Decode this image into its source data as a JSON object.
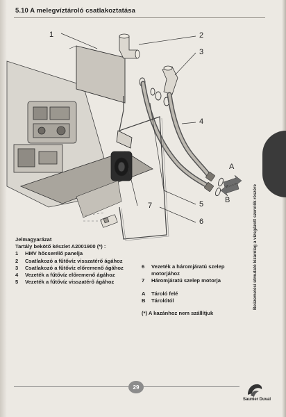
{
  "header": {
    "section_title": "5.10  A melegvíztároló csatlakoztatása"
  },
  "diagram": {
    "callouts": [
      "1",
      "2",
      "3",
      "4",
      "5",
      "6",
      "7"
    ],
    "arrow_labels": {
      "a": "A",
      "b": "B"
    }
  },
  "legend": {
    "heading": "Jelmagyarázat",
    "kit_title": "Tartály bekötő készlet A2001900 (*) :",
    "left_items": [
      {
        "num": "1",
        "text": "HMV hőcserélő panelja"
      },
      {
        "num": "2",
        "text": "Csatlakozó a fűtővíz visszatérő ágához"
      },
      {
        "num": "3",
        "text": "Csatlakozó a fűtővíz előremenő ágához"
      },
      {
        "num": "4",
        "text": "Vezeték a fűtővíz előremenő ágához"
      },
      {
        "num": "5",
        "text": "Vezeték a fűtővíz visszatérő ágához"
      }
    ],
    "right_items": [
      {
        "num": "6",
        "text": "Vezeték a háromjáratú szelep motorjához"
      },
      {
        "num": "7",
        "text": "Háromjáratú szelep motorja"
      }
    ],
    "direction_items": [
      {
        "num": "A",
        "text": "Tároló felé"
      },
      {
        "num": "B",
        "text": "Tárolótól"
      }
    ],
    "footnote": "(*) A kazánhoz nem szállítjuk"
  },
  "sidebar": {
    "vertical_text": "Beüzemelési útmutató kizárólag a vizsgázott szerelők részére"
  },
  "footer": {
    "page_number": "29",
    "brand": "Saunier Duval"
  }
}
